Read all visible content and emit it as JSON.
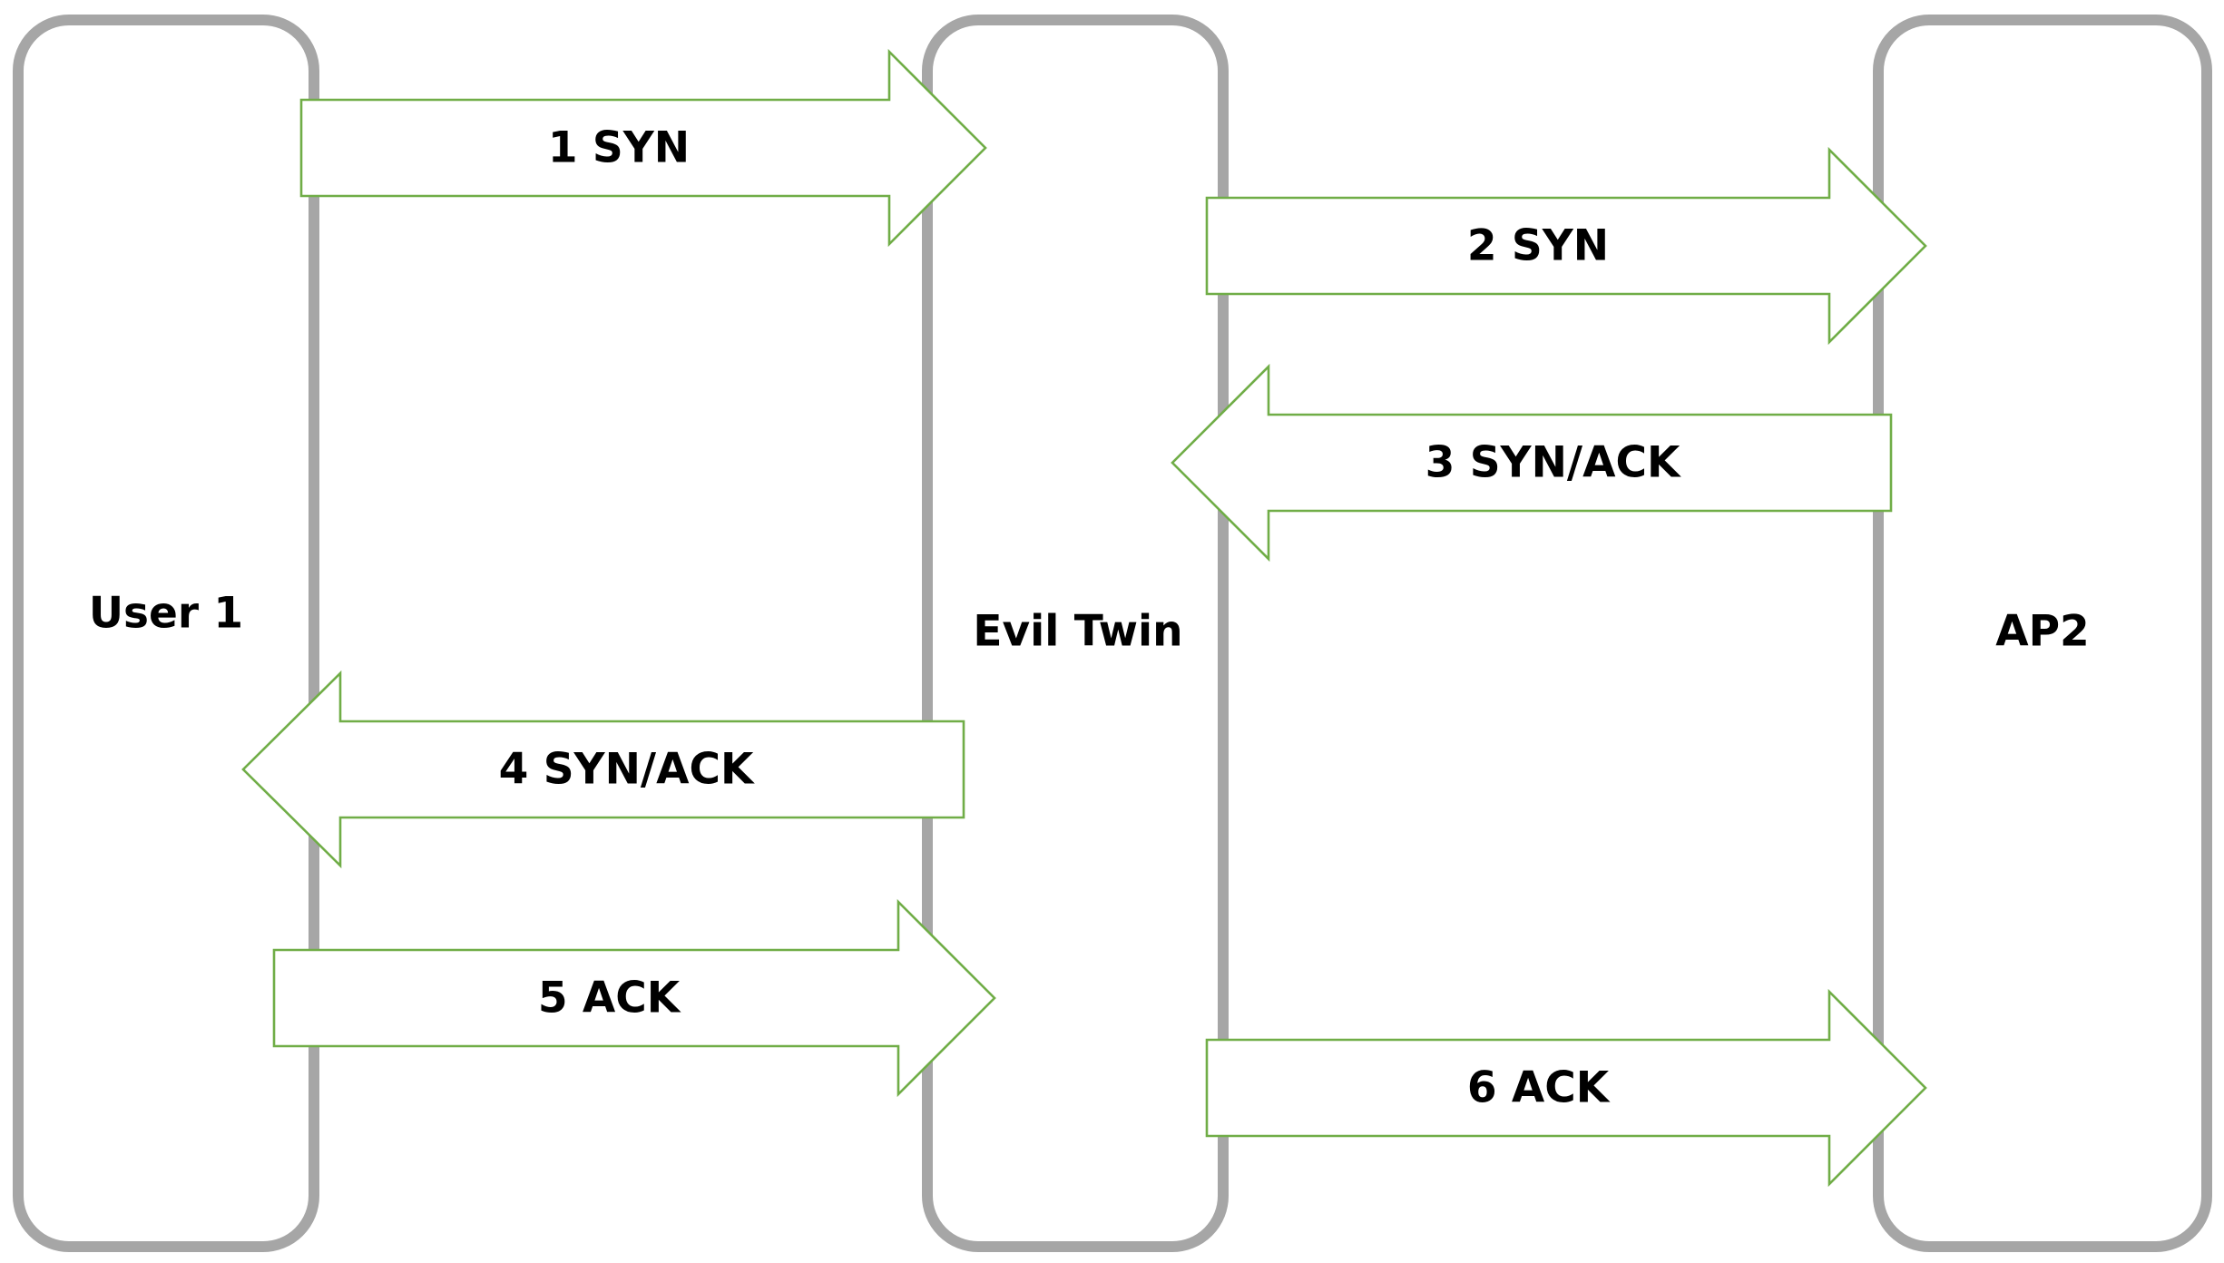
{
  "colors": {
    "lane_border": "#a6a6a6",
    "arrow_border": "#70ad47",
    "text": "#000000",
    "background": "#ffffff"
  },
  "lanes": [
    {
      "id": "user1",
      "label": "User 1"
    },
    {
      "id": "eviltwin",
      "label": "Evil Twin"
    },
    {
      "id": "ap2",
      "label": "AP2"
    }
  ],
  "messages": [
    {
      "label": "1 SYN",
      "from": "user1",
      "to": "eviltwin",
      "direction": "right"
    },
    {
      "label": "2 SYN",
      "from": "eviltwin",
      "to": "ap2",
      "direction": "right"
    },
    {
      "label": "3 SYN/ACK",
      "from": "ap2",
      "to": "eviltwin",
      "direction": "left"
    },
    {
      "label": "4 SYN/ACK",
      "from": "eviltwin",
      "to": "user1",
      "direction": "left"
    },
    {
      "label": "5 ACK",
      "from": "user1",
      "to": "eviltwin",
      "direction": "right"
    },
    {
      "label": "6 ACK",
      "from": "eviltwin",
      "to": "ap2",
      "direction": "right"
    }
  ]
}
